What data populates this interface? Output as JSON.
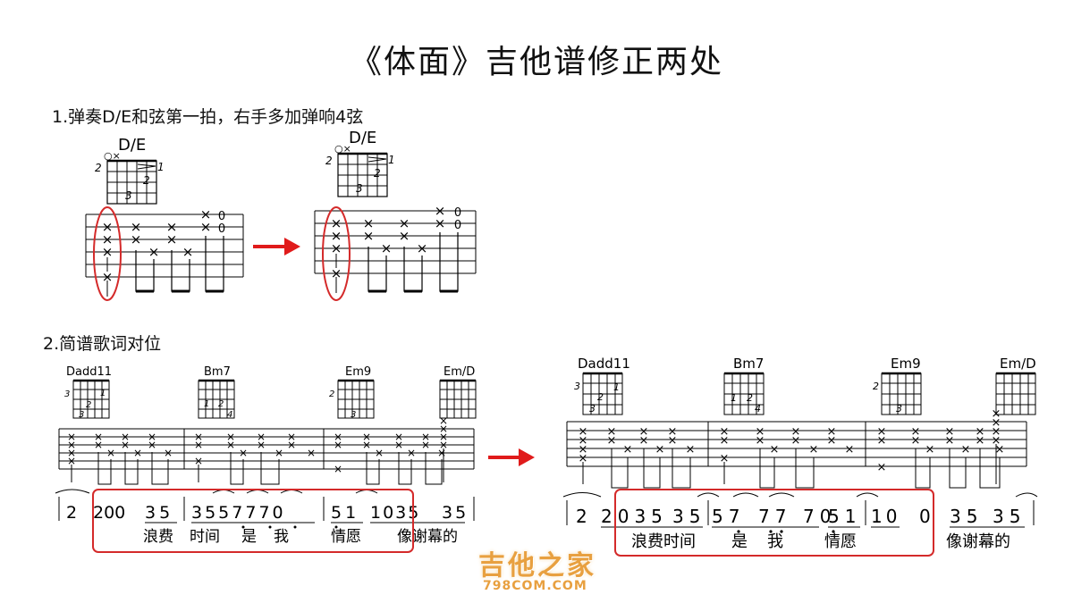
{
  "title": "《体面》吉他谱修正两处",
  "section1": {
    "heading": "1.弹奏D/E和弦第一拍，右手多加弹响4弦",
    "chord_name": "D/E",
    "fingers": [
      "2",
      "1",
      "2",
      "3"
    ]
  },
  "section2": {
    "heading": "2.简谱歌词对位",
    "chords": [
      "Dadd11",
      "Bm7",
      "Em9",
      "Em/D"
    ],
    "before": {
      "notes": [
        "2",
        "200",
        "35",
        "3557770",
        "51",
        "1035",
        "35"
      ],
      "lyrics": [
        "浪费",
        "时间",
        "是",
        "我",
        "情愿",
        "像谢幕的"
      ]
    },
    "after": {
      "notes": [
        "2",
        "2035",
        "35",
        "57",
        "77",
        "70",
        "51",
        "10",
        "0",
        "35",
        "35"
      ],
      "lyrics": [
        "浪费时间",
        "是",
        "我",
        "情愿",
        "像谢幕的"
      ]
    }
  },
  "watermark": {
    "name": "吉他之家",
    "url": "798COM.COM"
  },
  "colors": {
    "highlight": "#d42a2a",
    "arrow": "#e01b1b",
    "watermark": "#e8a040"
  }
}
